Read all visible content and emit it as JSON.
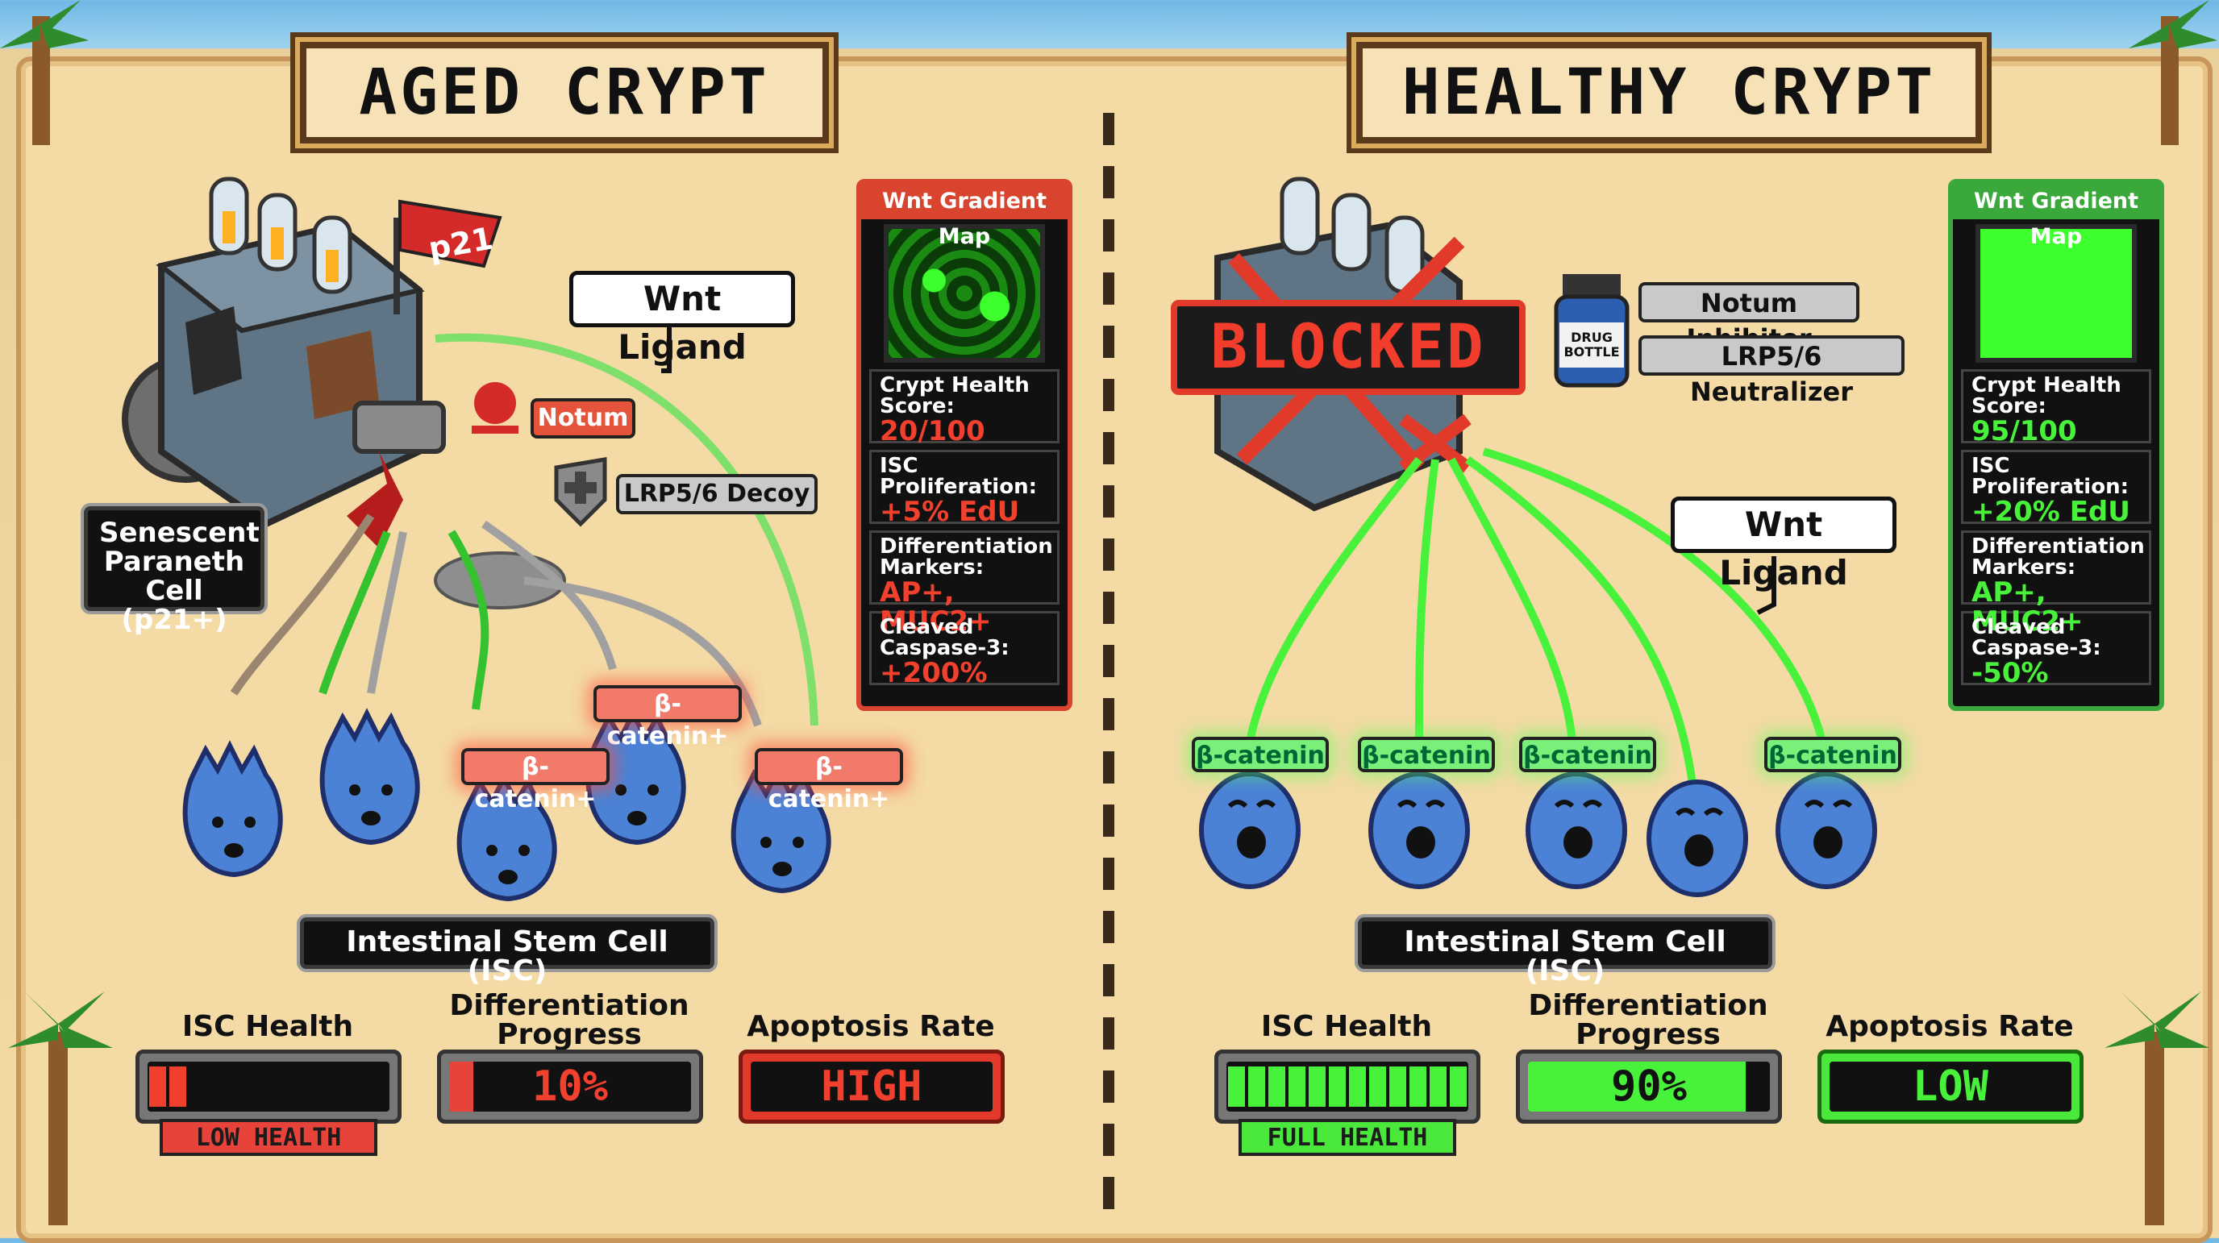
{
  "left": {
    "title": "AGED CRYPT",
    "senescent_label": "Senescent\nParaneth Cell\n(p21+)",
    "flag_label": "p21",
    "wnt_callout": "Wnt Ligand",
    "notum_tag": "Notum",
    "decoy_tag": "LRP5/6 Decoy",
    "bcatenin_tags": [
      "β-catenin+",
      "β-catenin+",
      "β-catenin+"
    ],
    "isc_label": "Intestinal Stem Cell (ISC)",
    "panel": {
      "header": "Wnt Gradient Map",
      "stats": [
        {
          "label": "Crypt Health\nScore:",
          "value": "20/100"
        },
        {
          "label": "ISC\nProliferation:",
          "value": "+5% EdU"
        },
        {
          "label": "Differentiation\nMarkers:",
          "value": "AP+, MUC2+"
        },
        {
          "label": "Cleaved\nCaspase-3:",
          "value": "+200%"
        }
      ]
    },
    "metrics": {
      "isc_health": {
        "label": "ISC Health",
        "level": 0.2,
        "badge": "LOW HEALTH"
      },
      "differentiation": {
        "label": "Differentiation\nProgress",
        "value": "10%",
        "level": 0.1
      },
      "apoptosis": {
        "label": "Apoptosis Rate",
        "value": "HIGH"
      }
    }
  },
  "right": {
    "title": "HEALTHY CRYPT",
    "blocked_label": "BLOCKED",
    "drug_label": "DRUG\nBOTTLE",
    "notum_inhibitor": "Notum Inhibitor",
    "neutralizer": "LRP5/6 Neutralizer",
    "wnt_callout": "Wnt Ligand",
    "bcatenin_tags": [
      "β-catenin",
      "β-catenin",
      "β-catenin",
      "β-catenin"
    ],
    "isc_label": "Intestinal Stem Cell (ISC)",
    "panel": {
      "header": "Wnt Gradient Map",
      "stats": [
        {
          "label": "Crypt Health\nScore:",
          "value": "95/100"
        },
        {
          "label": "ISC\nProliferation:",
          "value": "+20% EdU"
        },
        {
          "label": "Differentiation\nMarkers:",
          "value": "AP+, MUC2+"
        },
        {
          "label": "Cleaved\nCaspase-3:",
          "value": "-50%"
        }
      ]
    },
    "metrics": {
      "isc_health": {
        "label": "ISC Health",
        "level": 1.0,
        "badge": "FULL HEALTH"
      },
      "differentiation": {
        "label": "Differentiation\nProgress",
        "value": "90%",
        "level": 0.9
      },
      "apoptosis": {
        "label": "Apoptosis Rate",
        "value": "LOW"
      }
    }
  },
  "colors": {
    "bad": "#f2402e",
    "good": "#49f23a",
    "panel_bad_border": "#d8442e",
    "panel_good_border": "#3aa83a"
  }
}
